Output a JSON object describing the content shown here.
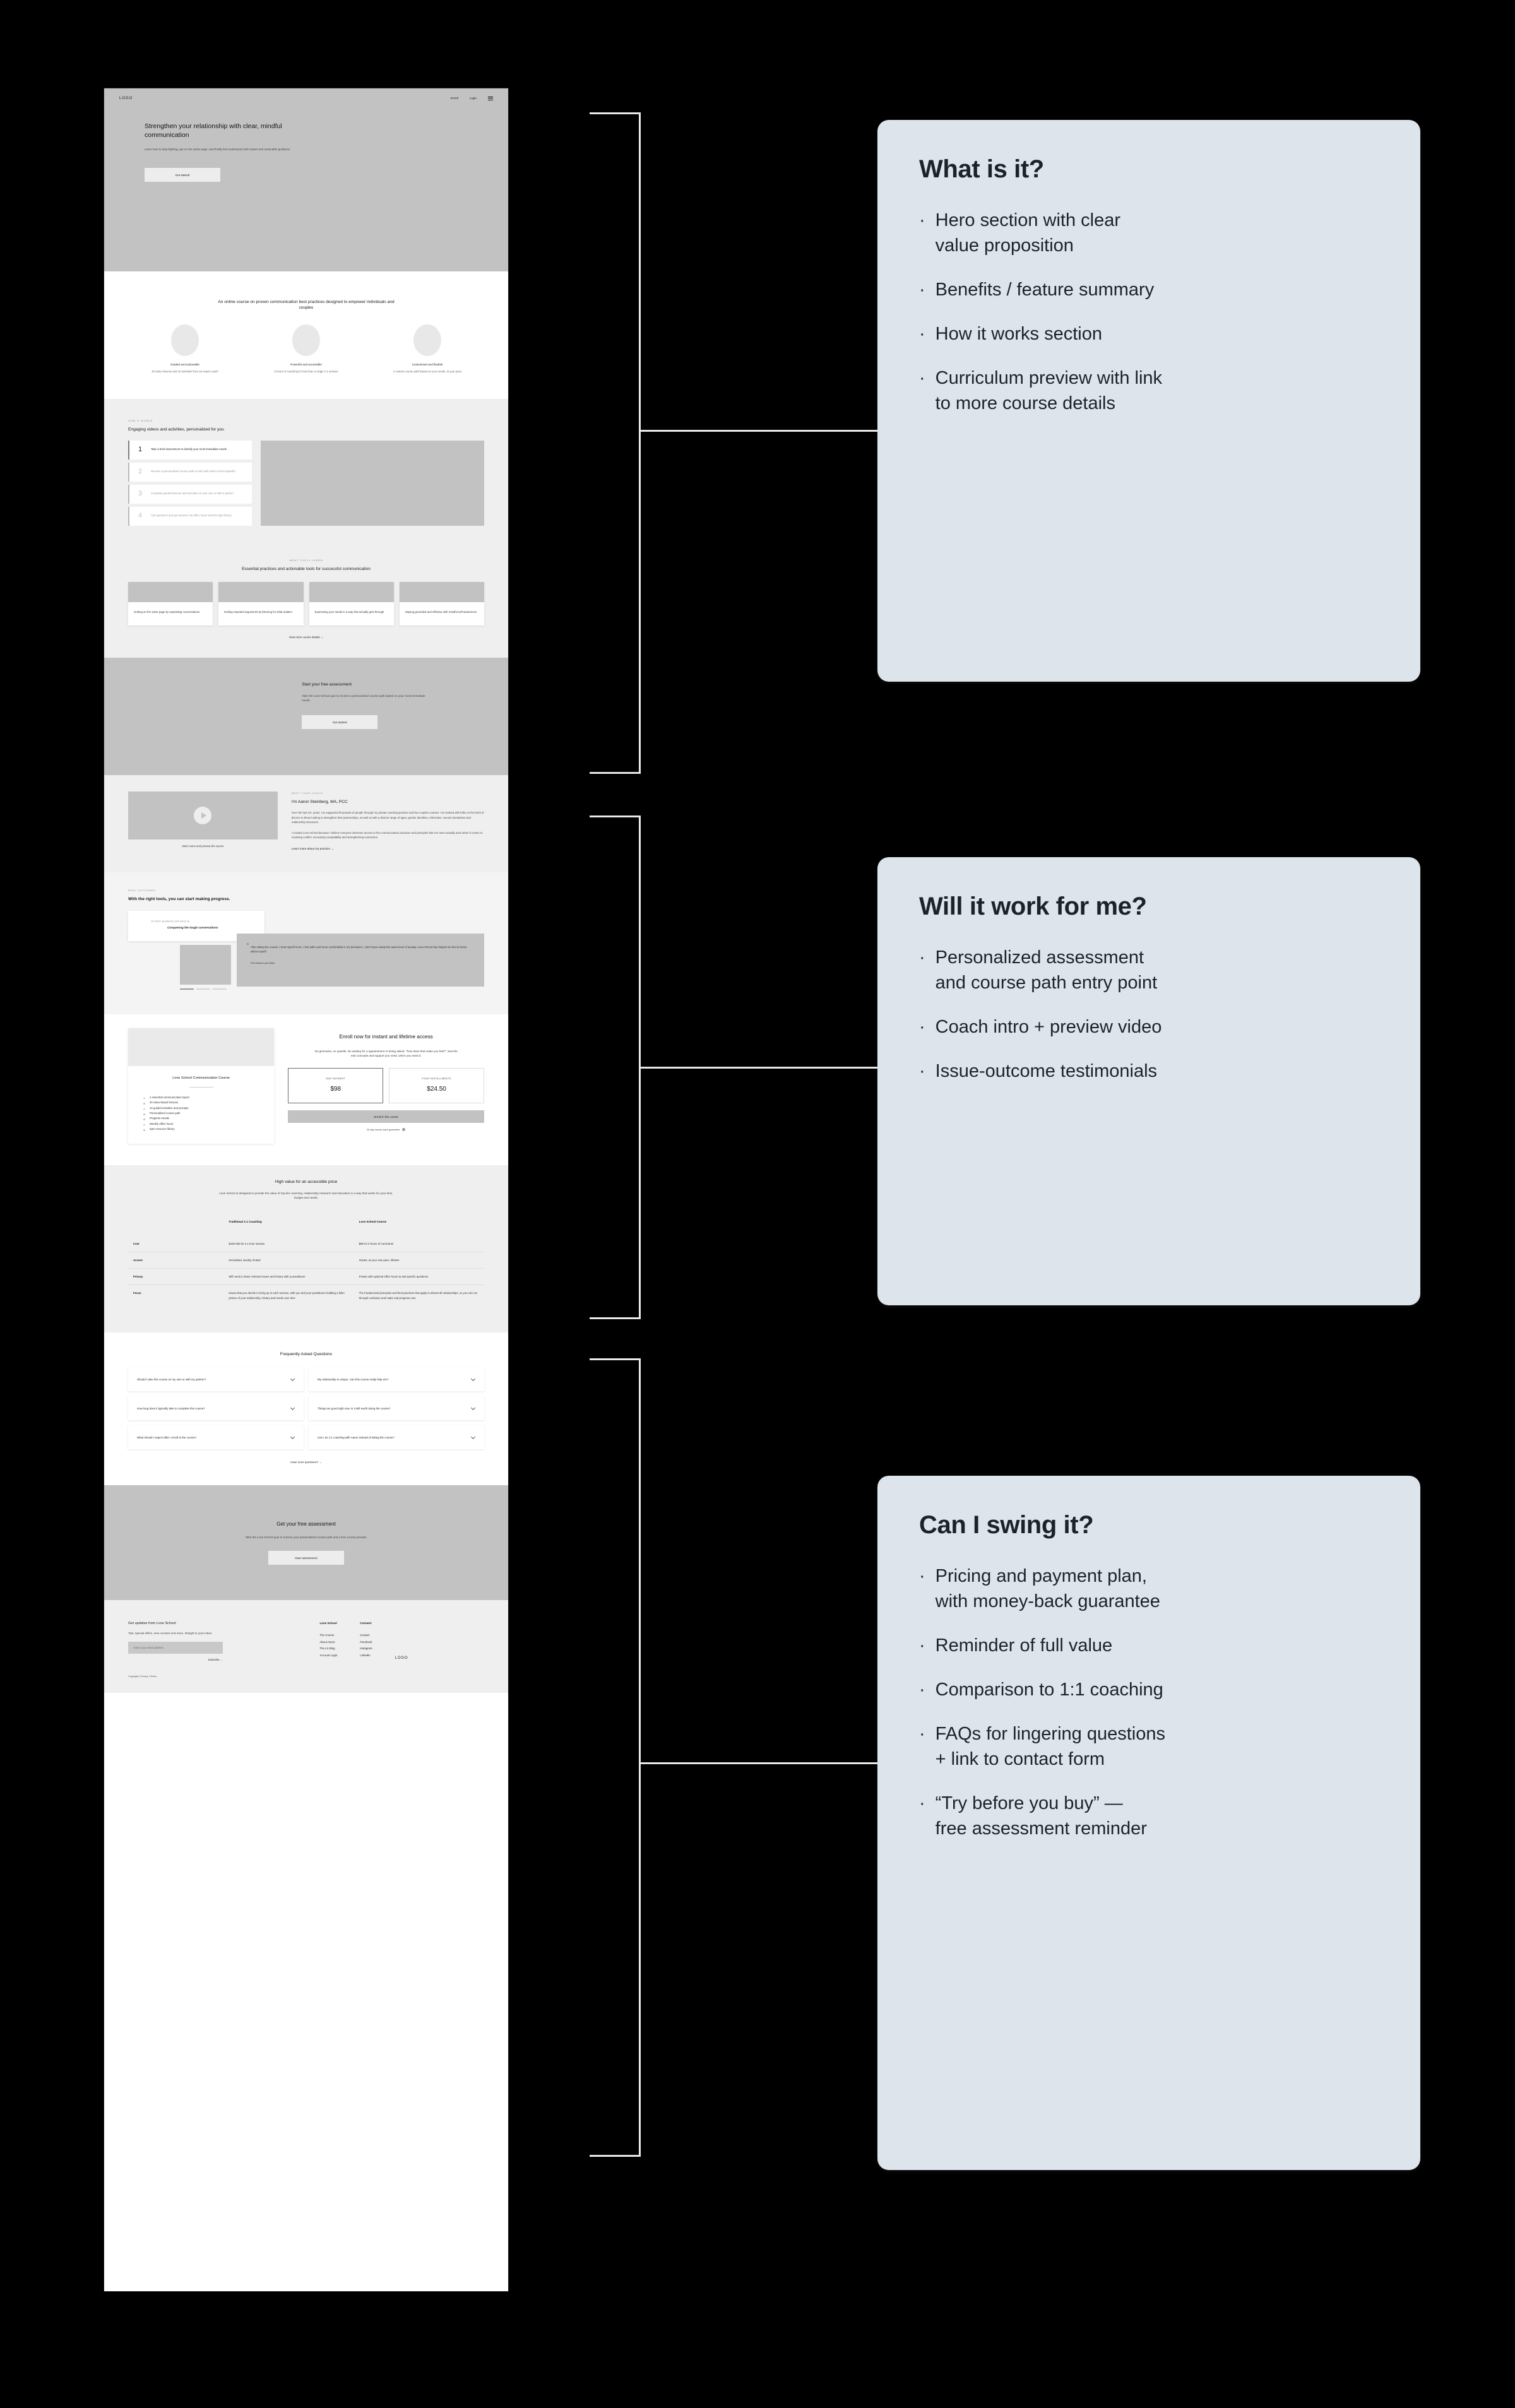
{
  "mockup": {
    "header": {
      "logo": "LOGO",
      "nav": [
        "Enroll",
        "Login"
      ],
      "menu_icon": "hamburger-icon"
    },
    "hero": {
      "title": "Strengthen your relationship with clear, mindful communication",
      "subtitle": "Learn how to stop fighting, get on the same page, and finally feel understood with expert and actionable guidance.",
      "cta": "Get started"
    },
    "benefits": {
      "heading": "An online course on proven communication best practices designed to empower individuals and couples",
      "items": [
        {
          "title": "Guided and actionable",
          "desc": "20 video lessons and 10 activities from an expert coach"
        },
        {
          "title": "Powerful and accessible",
          "desc": "6 hours of coaching for less than a single 1:1 session"
        },
        {
          "title": "Customized and flexible",
          "desc": "A custom course path based on your needs, at your pace"
        }
      ]
    },
    "how_it_works": {
      "eyebrow": "HOW IT WORKS",
      "title": "Engaging videos and activities, personalized for you",
      "steps": [
        {
          "num": "1",
          "text": "Take a brief assessment to identify your most immediate needs"
        },
        {
          "num": "2",
          "text": "Recieve a personalized course path to start with what's most impactful"
        },
        {
          "num": "3",
          "text": "Complete guided lessons and activities on your own or with a partner"
        },
        {
          "num": "4",
          "text": "Ask questions and get answers via office hours and the Q&A library"
        }
      ]
    },
    "curriculum": {
      "eyebrow": "WHAT YOU'LL LEARN",
      "title": "Essential practices and actionable tools for successful communication",
      "cards": [
        "Getting on the same page by separating conversations",
        "Ending repeated arguments by listening for what matters",
        "Expressing your needs in a way that actually gets through",
        "Staying grounded and effective with mindful self-awareness"
      ],
      "link": "View more course details →"
    },
    "assessment_band": {
      "title": "Start your free assessment",
      "body": "Take the Love School quiz to receive a personalized course path based on your most immediate needs.",
      "cta": "Get started"
    },
    "coach": {
      "eyebrow": "MEET YOUR COACH",
      "name": "I'm Aaron Steinberg, MA, PCC",
      "para1": "Over the last 10+ years, I've supported thousands of people through my private coaching practice and live couples courses. I've worked with folks on the brink of divorce to those looking to strengthen their partnerships, as well as with a diverse range of ages, gender identities, ethnicities, sexual orientations and relationship structures.",
      "para2": "I created Love School because I believe everyone deserves access to the communication practices and principles that I've seen actually work when it comes to resolving conflict, increasing compatibility and strengthening connection.",
      "link": "Learn more about my practice →",
      "video_caption": "Meet Aaron and preview the course",
      "play_icon": "play-icon"
    },
    "outcomes": {
      "eyebrow": "REAL OUTCOMES",
      "title": "With the right tools, you can start making progress.",
      "from_label": "Go from avoidance and worry to",
      "to_label": "Conquering the tough conversations",
      "quote": "After taking the course, I trust myself more, I feel safer and more comfortable in my decisions, I don't have nearly the same level of anxiety. Love School has helped me feel at home within myself.",
      "attribution": "First Name Last Initial"
    },
    "pricing": {
      "card_title": "Love School Communication Course",
      "features": [
        "4 essential communication topics",
        "20 video-based lessons",
        "10 guided activities and prompts",
        "Personalized course path",
        "Progress emails",
        "Weekly office hours",
        "Q&A resource library"
      ],
      "title": "Enroll now for instant and lifetime access",
      "body": "No gimmicks, no upsells. No waiting for a appointment or being asked, \"how does that make you feel?\" Just the real concepts and support you need, when you need it.",
      "plans": [
        {
          "label": "ONE PAYMENT",
          "amount": "$98",
          "selected": true
        },
        {
          "label": "FOUR INSTALLMENTS",
          "amount": "$24.50",
          "selected": false
        }
      ],
      "cta": "Enroll in the course",
      "guarantee": "30-day money back guarantee",
      "info_icon": "info-icon"
    },
    "comparison": {
      "title": "High value for an accessible price",
      "subtitle": "Love School is designed to provide the value of top-tier coaching, relationship research and education in a way that works for your time, budget and needs.",
      "columns": [
        "",
        "Traditional 1:1 Coaching",
        "Love School Course"
      ],
      "rows": [
        {
          "label": "Cost",
          "traditional": "$100-250 for a 1 hour session",
          "loveschool": "$98 for 6 hours of curriculum"
        },
        {
          "label": "Access",
          "traditional": "Scheduled, weekly, limited",
          "loveschool": "Instant, at your own pace, lifetime"
        },
        {
          "label": "Privacy",
          "traditional": "Will need to share relevant issues and history with a practitioner",
          "loveschool": "Private with optional office hours to ask specific questions"
        },
        {
          "label": "Focus",
          "traditional": "Issues that you decide to bring up in each session, with you and your practitioner building a fuller picture of your relationship, history and needs over time",
          "loveschool": "The fundamental principles and best practices that apply to almost all relationships, so you can cut through confusion and make real progress now"
        }
      ]
    },
    "faq": {
      "title": "Frequently Asked Questions",
      "items": [
        "Should I take this course on my own or with my partner?",
        "My relationship is unique. Can this course really help me?",
        "How long does it typically take to complete this course?",
        "Things are good right now. Is it still worth doing the course?",
        "What should I expect after I enroll in the course?",
        "Can I do 1:1 coaching with Aaron instead of taking the course?"
      ],
      "link": "Have more questions? →",
      "chevron_icon": "chevron-down-icon"
    },
    "final_cta": {
      "title": "Get your free assessment",
      "body": "Take the Love School quiz to receive your personalized course path and a free course preview.",
      "cta": "Start assessment"
    },
    "footer": {
      "newsletter_title": "Get updates from Love School",
      "newsletter_body": "Tips, special offers, new courses and more, straight to your inbox.",
      "email_placeholder": "Enter your email address",
      "subscribe": "Subscribe →",
      "columns": [
        {
          "heading": "Love School",
          "links": [
            "The Course",
            "About Aaron",
            "The LS Blog",
            "Account Login"
          ]
        },
        {
          "heading": "Connect",
          "links": [
            "Contact",
            "Facebook",
            "Instagram",
            "Linkedin"
          ]
        }
      ],
      "logo": "LOGO",
      "copyright": "Copyright | Privacy | Terms"
    }
  },
  "notes": [
    {
      "title": "What is it?",
      "bullet": "·",
      "items": [
        "Hero section with clear\nvalue proposition",
        "Benefits / feature summary",
        "How it works section",
        "Curriculum preview with link\nto more course details"
      ]
    },
    {
      "title": "Will it work for me?",
      "bullet": "·",
      "items": [
        "Personalized assessment\nand course path entry point",
        "Coach intro + preview video",
        "Issue-outcome testimonials"
      ]
    },
    {
      "title": "Can I swing it?",
      "bullet": "·",
      "items": [
        "Pricing and payment plan,\nwith money-back guarantee",
        "Reminder of full value",
        "Comparison to 1:1 coaching",
        "FAQs for lingering questions\n+ link to contact form",
        "“Try before you buy” —\nfree assessment reminder"
      ]
    }
  ],
  "colors": {
    "note_bg": "#dee4ec",
    "note_text": "#1b222b",
    "connector": "#e9e9e9",
    "canvas": "#000000"
  }
}
